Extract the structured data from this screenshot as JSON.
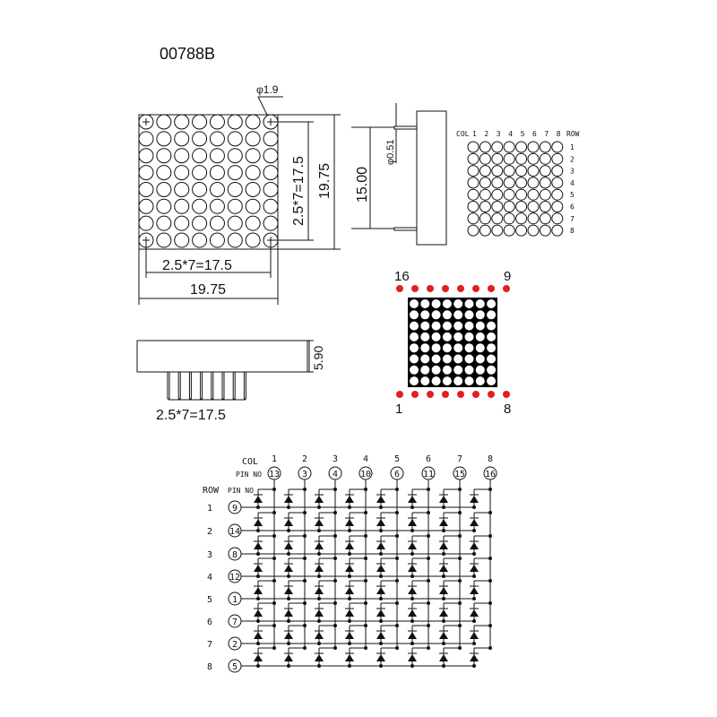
{
  "title": "00788B",
  "front_view": {
    "dot_diameter": "φ1.9",
    "inner_width": "2.5*7=17.5",
    "outer_width": "19.75",
    "inner_height": "2.5*7=17.5",
    "outer_height": "19.75",
    "rows": 8,
    "cols": 8
  },
  "side_view": {
    "pin_spacing": "15.00",
    "pin_diameter": "φ0.51"
  },
  "pin_grid": {
    "col_label": "COL",
    "row_label": "ROW",
    "col_numbers": [
      "1",
      "2",
      "3",
      "4",
      "5",
      "6",
      "7",
      "8"
    ],
    "row_numbers": [
      "1",
      "2",
      "3",
      "4",
      "5",
      "6",
      "7",
      "8"
    ]
  },
  "led_display": {
    "top_left_pin": "16",
    "top_right_pin": "9",
    "bottom_left_pin": "1",
    "bottom_right_pin": "8",
    "led_color": "#e02020",
    "body_color": "#000000"
  },
  "bottom_view": {
    "height": "5.90",
    "pin_pitch": "2.5*7=17.5"
  },
  "schematic": {
    "col_label": "COL",
    "pin_no_label": "PIN NO",
    "row_label": "ROW",
    "row_pin_no_label": "PIN NO",
    "col_numbers": [
      "1",
      "2",
      "3",
      "4",
      "5",
      "6",
      "7",
      "8"
    ],
    "col_pins": [
      "13",
      "3",
      "4",
      "10",
      "6",
      "11",
      "15",
      "16"
    ],
    "row_numbers": [
      "1",
      "2",
      "3",
      "4",
      "5",
      "6",
      "7",
      "8"
    ],
    "row_pins": [
      "9",
      "14",
      "8",
      "12",
      "1",
      "7",
      "2",
      "5"
    ]
  }
}
